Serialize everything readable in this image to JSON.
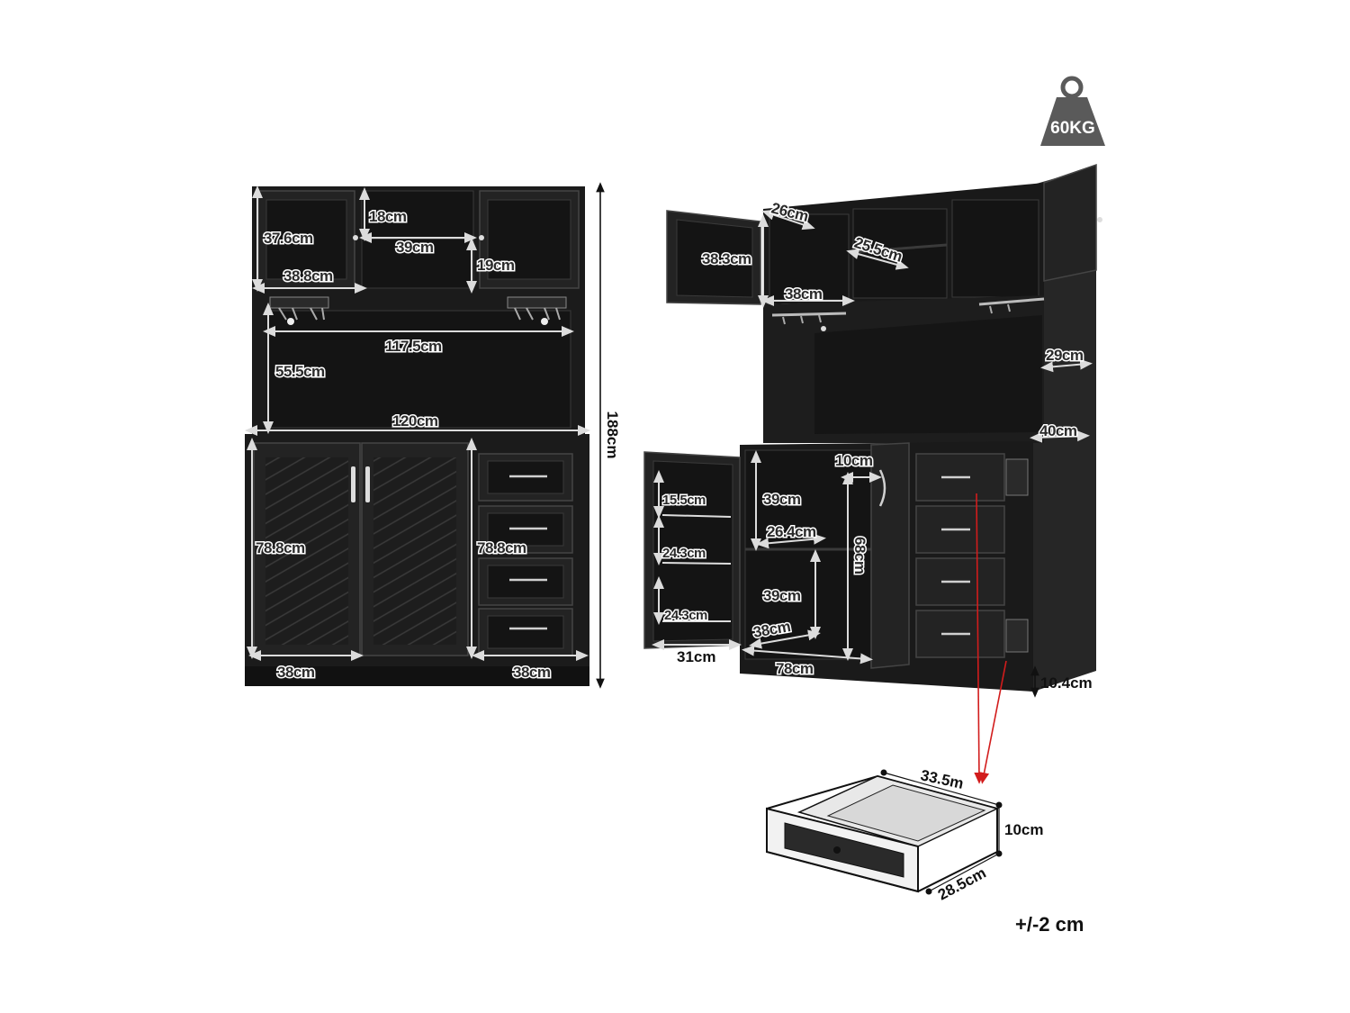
{
  "weight_badge": {
    "label": "60KG",
    "icon": "weight-icon"
  },
  "tolerance": "+/-2 cm",
  "front_view": {
    "total_height": "188cm",
    "top_cabinet_height": "37.6cm",
    "top_middle_opening": "18cm",
    "top_middle_width": "39cm",
    "top_middle_shelf": "19cm",
    "top_cabinet_width": "38.8cm",
    "hutch_inner_width": "117.5cm",
    "hutch_height": "55.5cm",
    "total_width": "120cm",
    "left_door_height": "78.8cm",
    "drawer_stack_height": "78.8cm",
    "left_door_width": "38cm",
    "drawer_width": "38cm"
  },
  "angled_view": {
    "upper_depth": "26cm",
    "upper_door_height": "38.3cm",
    "middle_shelf_depth": "25.5cm",
    "upper_width": "38cm",
    "hutch_depth": "29cm",
    "base_depth": "40cm",
    "door_rack_1": "15.5cm",
    "door_rack_2": "24.3cm",
    "door_rack_3": "24.3cm",
    "upper_cabinet_height": "39cm",
    "inner_shelf_depth": "26.4cm",
    "lower_cabinet_height": "39cm",
    "inner_width": "38cm",
    "door_width": "31cm",
    "base_inner_width": "78cm",
    "shelf_gap": "10cm",
    "inner_height": "68cm",
    "leg_height": "10.4cm"
  },
  "drawer_detail": {
    "width": "33.5m",
    "height": "10cm",
    "depth": "28.5cm"
  }
}
